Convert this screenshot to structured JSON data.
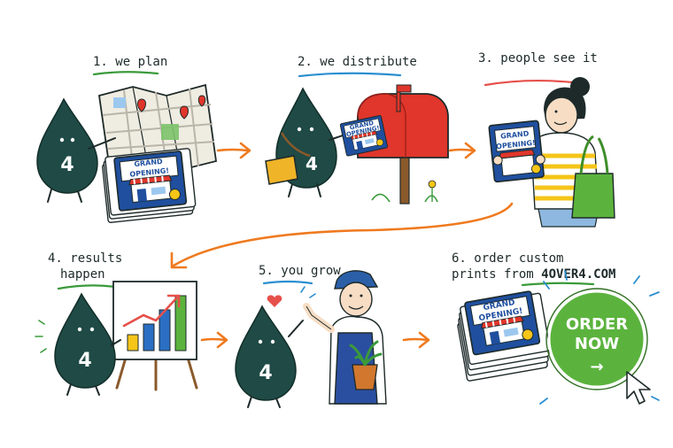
{
  "steps": [
    {
      "label": "1. we plan"
    },
    {
      "label": "2. we distribute"
    },
    {
      "label": "3. people see it"
    },
    {
      "label_line1": "4. results",
      "label_line2": "happen"
    },
    {
      "label": "5. you grow"
    },
    {
      "label_line1": "6. order custom",
      "label_line2_prefix": "prints from ",
      "label_line2_brand": "4OVER4.COM"
    }
  ],
  "mascot": {
    "glyph": "4"
  },
  "flyer": {
    "line1": "GRAND",
    "line2": "OPENING!"
  },
  "cta": {
    "line1": "ORDER",
    "line2": "NOW",
    "arrow": "→"
  },
  "colors": {
    "mascot": "#1f4a45",
    "flyer_blue": "#1f4f9e",
    "mailbox_red": "#e0362b",
    "arrow_orange": "#ef7a1f",
    "cta_green": "#5bb33d",
    "underline_blue": "#2b8fd0",
    "underline_green": "#3a9a3a",
    "underline_red": "#e6504a"
  }
}
